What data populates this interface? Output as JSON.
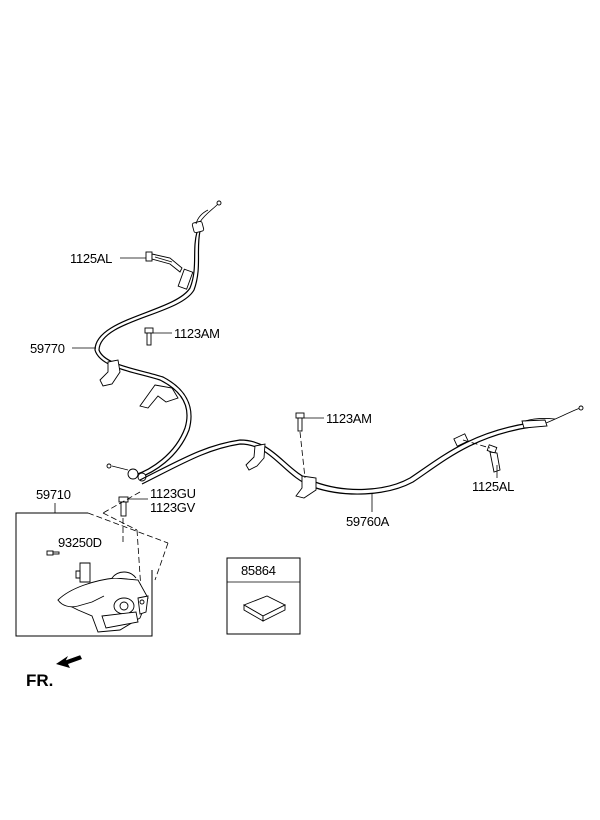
{
  "labels": {
    "rear_cable_upper_bolt": "1125AL",
    "rear_cable_lh": "59770",
    "bolt_lh_clip": "1123AM",
    "bolt_rh_clip": "1123AM",
    "rear_cable_rh_bolt": "1125AL",
    "rear_cable_rh": "59760A",
    "lever_assy": "59710",
    "lever_bolt_a": "1123GU",
    "lever_bolt_b": "1123GV",
    "switch": "93250D",
    "pad": "85864"
  },
  "front_indicator": "FR."
}
